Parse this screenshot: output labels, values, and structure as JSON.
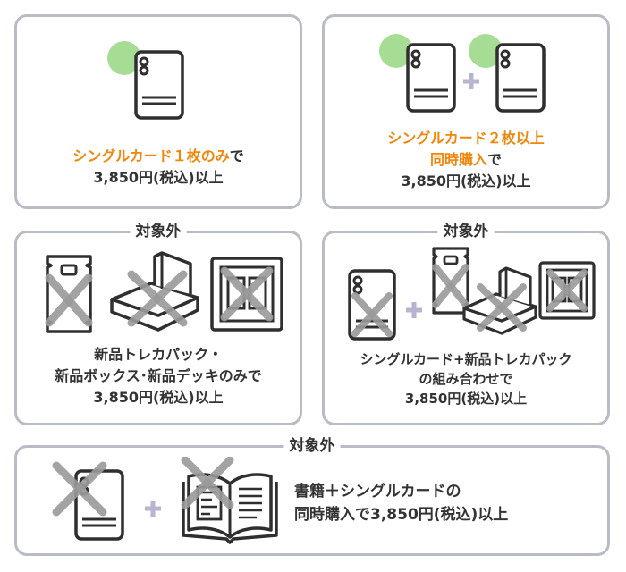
{
  "panels": [
    {
      "id": "box1",
      "tag": "",
      "lines": [
        {
          "parts": [
            {
              "text": "シングルカード１枚のみ",
              "highlight": true
            },
            {
              "text": "で",
              "highlight": false
            }
          ]
        },
        {
          "parts": [
            {
              "text": "3,850円(税込)以上",
              "highlight": false
            }
          ]
        }
      ]
    },
    {
      "id": "box2",
      "tag": "",
      "lines": [
        {
          "parts": [
            {
              "text": "シングルカード２枚以上",
              "highlight": true
            }
          ]
        },
        {
          "parts": [
            {
              "text": "同時購入",
              "highlight": true
            },
            {
              "text": "で",
              "highlight": false
            }
          ]
        },
        {
          "parts": [
            {
              "text": "3,850円(税込)以上",
              "highlight": false
            }
          ]
        }
      ]
    },
    {
      "id": "box3",
      "tag": "対象外",
      "lines": [
        {
          "parts": [
            {
              "text": "新品トレカパック・",
              "highlight": false
            }
          ]
        },
        {
          "parts": [
            {
              "text": "新品ボックス･新品デッキのみで",
              "highlight": false
            }
          ]
        },
        {
          "parts": [
            {
              "text": "3,850円(税込)以上",
              "highlight": false
            }
          ]
        }
      ]
    },
    {
      "id": "box4",
      "tag": "対象外",
      "lines": [
        {
          "parts": [
            {
              "text": "シングルカード+新品トレカパック",
              "highlight": false
            }
          ]
        },
        {
          "parts": [
            {
              "text": "の組み合わせで",
              "highlight": false
            }
          ]
        },
        {
          "parts": [
            {
              "text": "3,850円(税込)以上",
              "highlight": false
            }
          ]
        }
      ]
    },
    {
      "id": "box5",
      "tag": "対象外",
      "lines": [
        {
          "parts": [
            {
              "text": "書籍＋シングルカードの",
              "highlight": false
            }
          ]
        },
        {
          "parts": [
            {
              "text": "同時購入で3,850円(税込)以上",
              "highlight": false
            }
          ]
        }
      ]
    }
  ],
  "colors": {
    "highlight": "#f0860a",
    "text": "#333333",
    "border": "#b9bcc6",
    "icon_stroke": "#2f2f2f",
    "green_dot": "#a6dc93",
    "cross": "#9a9a9a",
    "plus": "#b9b3cf"
  },
  "icons": [
    "card-icon",
    "trading-card-pack-icon",
    "card-box-icon",
    "deck-icon",
    "book-icon",
    "plus-icon",
    "cross-mark-icon"
  ]
}
